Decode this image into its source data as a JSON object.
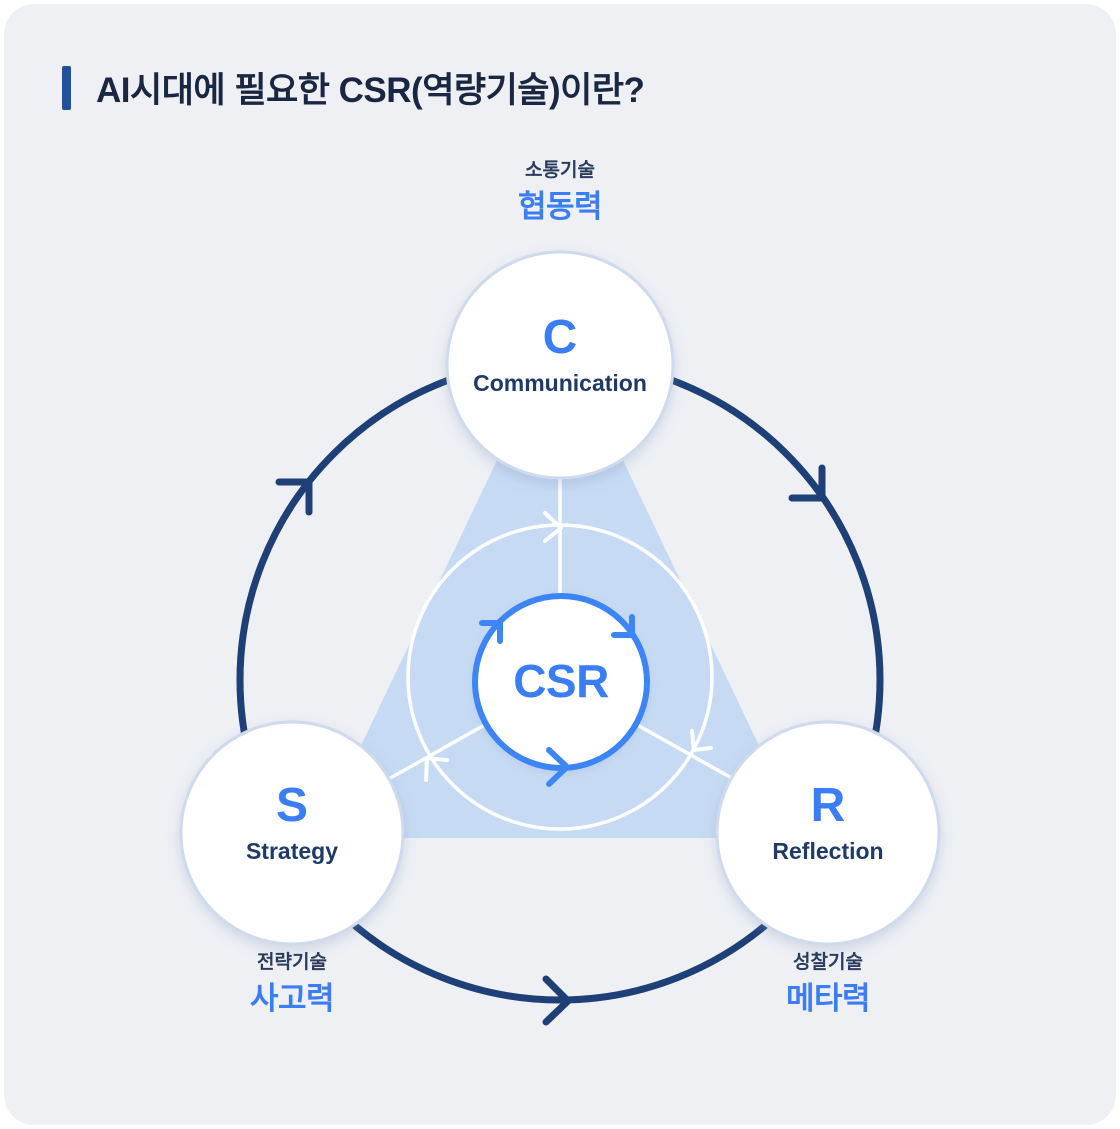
{
  "title": {
    "text": "AI시대에 필요한 CSR(역량기술)이란?"
  },
  "center": {
    "label": "CSR"
  },
  "nodes": [
    {
      "letter": "C",
      "name": "Communication",
      "skill_type": "소통기술",
      "skill": "협동력"
    },
    {
      "letter": "S",
      "name": "Strategy",
      "skill_type": "전략기술",
      "skill": "사고력"
    },
    {
      "letter": "R",
      "name": "Reflection",
      "skill_type": "성찰기술",
      "skill": "메타력"
    }
  ],
  "colors": {
    "panel_bg": "#eef0f4",
    "title_navy": "#1a2742",
    "title_bar_blue": "#1f519f",
    "cycle_navy": "#1e4077",
    "accent_blue": "#3b7df5",
    "label_navy": "#2b3d5e",
    "node_name_navy": "#1f3a68",
    "triangle_blue": "#c6daf3",
    "circle_border": "#cfdaec"
  }
}
